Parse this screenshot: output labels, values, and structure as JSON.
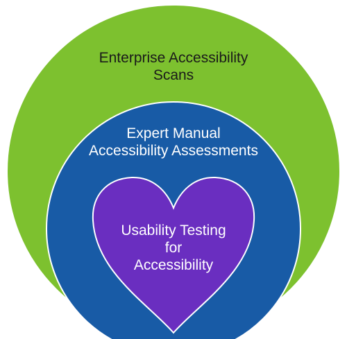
{
  "diagram": {
    "outer": {
      "lines": [
        "Enterprise Accessibility",
        "Scans"
      ],
      "color": "#7DC12F"
    },
    "middle": {
      "lines": [
        "Expert Manual",
        "Accessibility Assessments"
      ],
      "color": "#185BA6"
    },
    "inner": {
      "lines": [
        "Usability Testing",
        "for",
        "Accessibility"
      ],
      "color": "#6A2EC0",
      "shape": "heart"
    }
  }
}
